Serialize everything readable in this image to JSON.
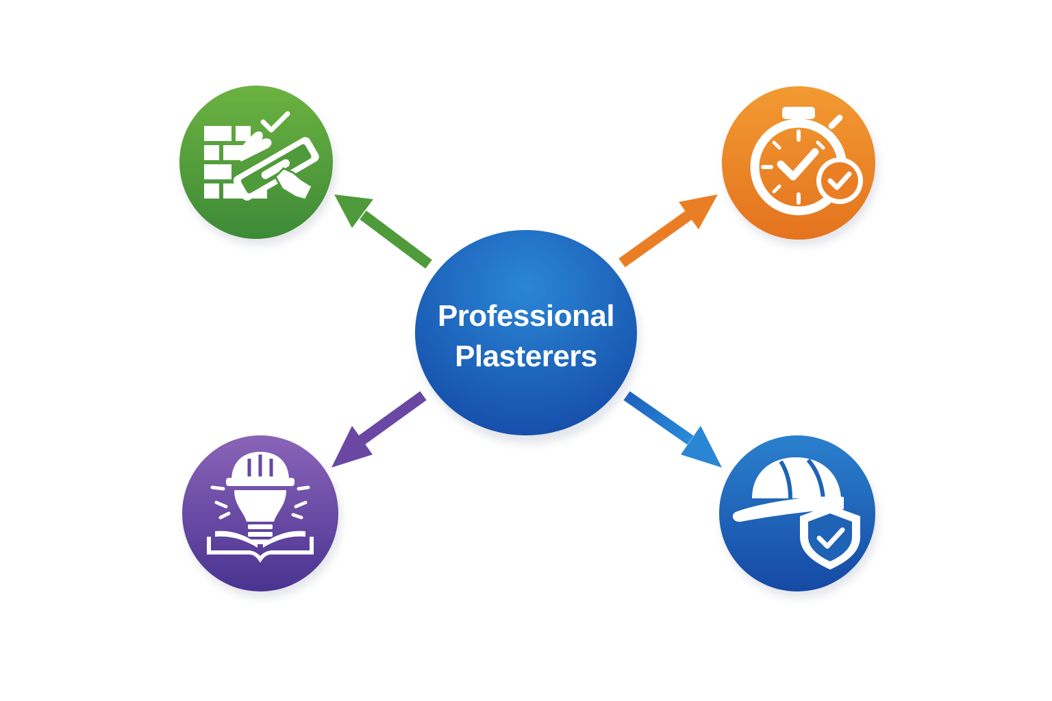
{
  "center": {
    "line1": "Professional",
    "line2": "Plasterers",
    "color": "#1f6fc4"
  },
  "nodes": [
    {
      "name": "plastering-quality",
      "icon": "trowel-brick-wall-check-icon",
      "color": "#4f9a3a"
    },
    {
      "name": "on-time-completion",
      "icon": "stopwatch-check-icon",
      "color": "#ea7e25"
    },
    {
      "name": "expert-knowledge",
      "icon": "hardhat-lightbulb-book-icon",
      "color": "#6a47a3"
    },
    {
      "name": "safety-assurance",
      "icon": "hardhat-shield-check-icon",
      "color": "#1f63b6"
    }
  ]
}
